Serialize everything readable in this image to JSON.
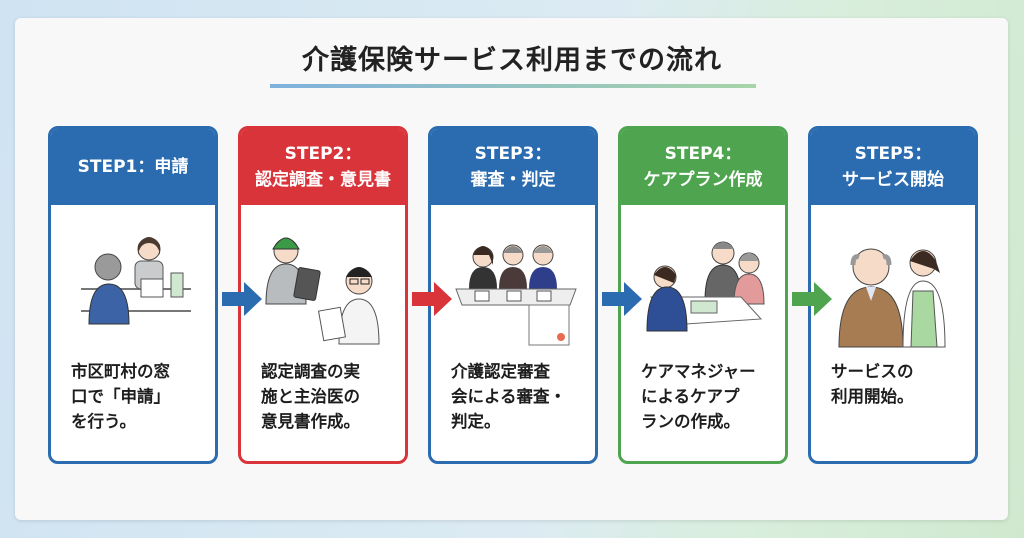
{
  "title": "介護保険サービス利用までの流れ",
  "colors": {
    "blue": "#2b6cb0",
    "red": "#d8343a",
    "green": "#4ea44f"
  },
  "steps": [
    {
      "step": "STEP1：申請",
      "subtitle": "",
      "color": "blue",
      "description": "市区町村の窓\n口で「申請」\nを行う。"
    },
    {
      "step": "STEP2：",
      "subtitle": "認定調査・意見書",
      "color": "red",
      "description": "認定調査の実\n施と主治医の\n意見書作成。"
    },
    {
      "step": "STEP3：",
      "subtitle": "審査・判定",
      "color": "blue",
      "description": "介護認定審査\n会による審査・\n判定。"
    },
    {
      "step": "STEP4：",
      "subtitle": "ケアプラン作成",
      "color": "green",
      "description": "ケアマネジャー\nによるケアプ\nランの作成。"
    },
    {
      "step": "STEP5：",
      "subtitle": "サービス開始",
      "color": "blue",
      "description": "サービスの\n利用開始。"
    }
  ],
  "arrows": [
    "blue",
    "red",
    "blue",
    "green"
  ]
}
